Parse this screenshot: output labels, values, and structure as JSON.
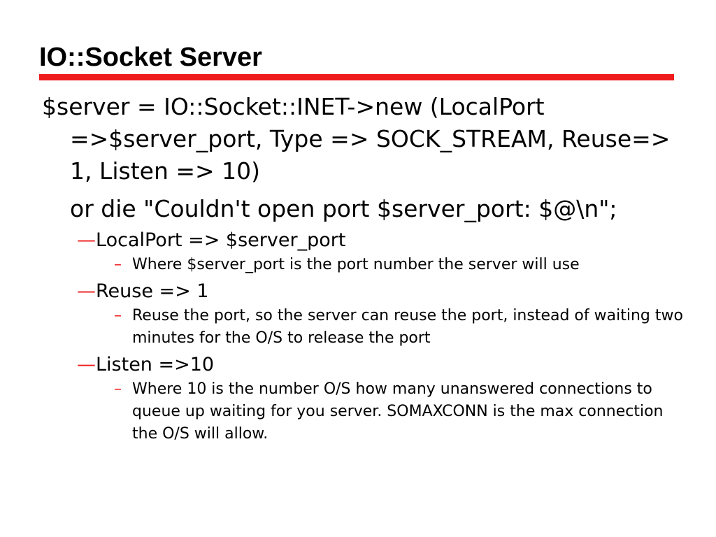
{
  "slide": {
    "title": "IO::Socket Server",
    "accent_color": "#ee1c1c",
    "code_line": "$server = IO::Socket::INET->new (LocalPort =>$server_port, Type => SOCK_STREAM, Reuse=> 1, Listen => 10)",
    "code_line_2": "or die \"Couldn't open port $server_port: $@\\n\";",
    "sub_marker": "—",
    "detail_marker": "–",
    "items": [
      {
        "label": "LocalPort => $server_port",
        "detail": "Where $server_port is the port number the server will use"
      },
      {
        "label": "Reuse => 1",
        "detail": "Reuse the port, so the server can reuse the port, instead of waiting two minutes for the O/S to release the port"
      },
      {
        "label": "Listen =>10",
        "detail": "Where 10 is the number O/S how many unanswered connections to queue up waiting for you server. SOMAXCONN is the max connection the O/S will allow."
      }
    ]
  }
}
